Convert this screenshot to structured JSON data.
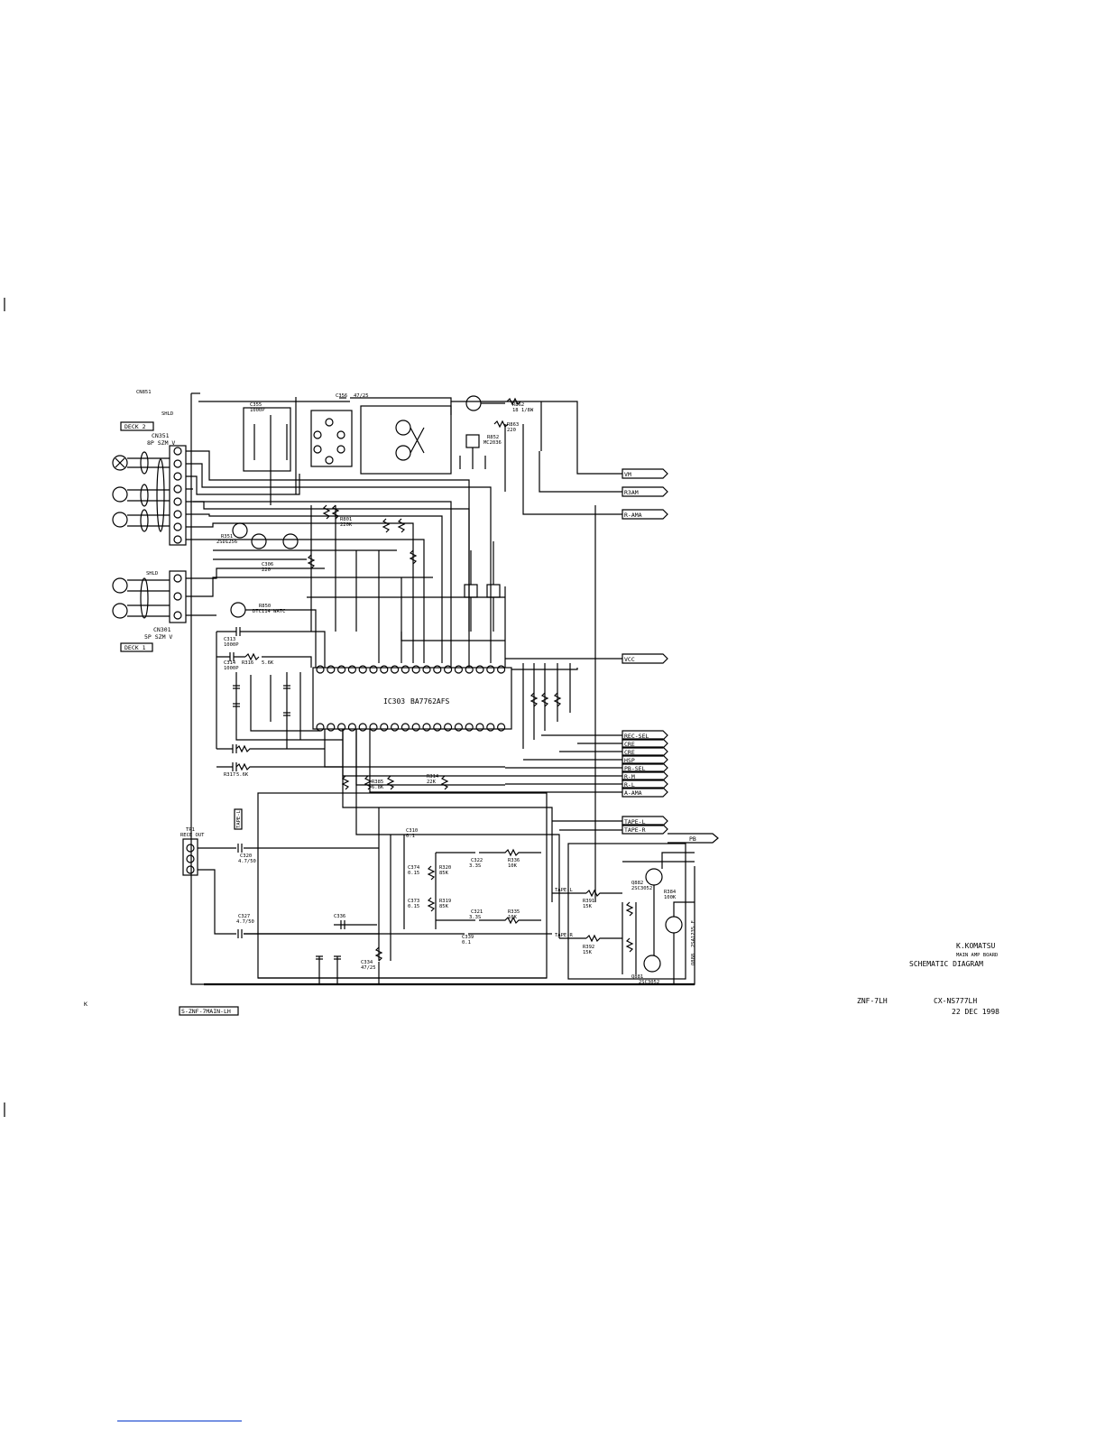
{
  "sections": {
    "deck2": "DECK 2",
    "deck1": "DECK 1"
  },
  "connectors": {
    "cn351": "CN351",
    "cn351_spec": "8P SZM V",
    "cn301": "CN301",
    "cn301_spec": "5P SZM V",
    "tp1": "TP1",
    "tp1_label": "RECE OUT"
  },
  "ic": {
    "ref": "IC303",
    "part": "BA7762AFS"
  },
  "ports": [
    "VM",
    "R3AM",
    "R-AMA",
    "VCC",
    "REC-SEL",
    "CRE",
    "CRE",
    "HSP",
    "PB-SEL",
    "R-M",
    "R-L",
    "A-AMA",
    "TAPE-L",
    "TAPE-R"
  ],
  "arrow_label": "PB",
  "components": [
    {
      "ref": "C355",
      "value": "1000P"
    },
    {
      "ref": "C356",
      "value": "47/25"
    },
    {
      "ref": "R862",
      "value": "18 1/8W"
    },
    {
      "ref": "R863",
      "value": "220"
    },
    {
      "ref": "R852",
      "value": "MC2036"
    },
    {
      "ref": "R801",
      "value": "220K"
    },
    {
      "ref": "C306",
      "value": "220"
    },
    {
      "ref": "R351",
      "value": "2SD1256"
    },
    {
      "ref": "R850",
      "value": "DTC114 WATC"
    },
    {
      "ref": "C313",
      "value": "1000P"
    },
    {
      "ref": "R316",
      "value": "5.6K"
    },
    {
      "ref": "C314",
      "value": "1000P"
    },
    {
      "ref": "R317",
      "value": "5.6K"
    },
    {
      "ref": "C320",
      "value": "4.7/50"
    },
    {
      "ref": "C327",
      "value": "4.7/50"
    },
    {
      "ref": "C310",
      "value": "0.1"
    },
    {
      "ref": "C374",
      "value": "0.15"
    },
    {
      "ref": "C373",
      "value": "0.15"
    },
    {
      "ref": "R320",
      "value": "85K"
    },
    {
      "ref": "R319",
      "value": "85K"
    },
    {
      "ref": "C322",
      "value": "3.3S"
    },
    {
      "ref": "C321",
      "value": "3.3S"
    },
    {
      "ref": "R336",
      "value": "10K"
    },
    {
      "ref": "R335",
      "value": "10K"
    },
    {
      "ref": "C339",
      "value": "0.1"
    },
    {
      "ref": "C336",
      "value": ""
    },
    {
      "ref": "C334",
      "value": "47/25"
    },
    {
      "ref": "R385",
      "value": "6.8K"
    },
    {
      "ref": "R314",
      "value": "22K"
    },
    {
      "ref": "Q882",
      "value": "2SC3052"
    },
    {
      "ref": "Q881",
      "value": "2SC3052"
    },
    {
      "ref": "Q888",
      "value": "2SA1235 F"
    },
    {
      "ref": "R384",
      "value": "100K"
    },
    {
      "ref": "R391",
      "value": "15K"
    },
    {
      "ref": "R392",
      "value": "15K"
    }
  ],
  "tape_labels": {
    "tape_l": "TAPE-L",
    "tape_r": "TAPE-R"
  },
  "title_block": {
    "designer": "K.KOMATSU",
    "subtitle": "MAIN AMP BOARD",
    "doc_type": "SCHEMATIC DIAGRAM",
    "board": "ZNF-7LH",
    "model": "CX-NS777LH",
    "date": "22 DEC 1998"
  },
  "bottom_label": "S-ZNF-7MAIN-LH",
  "corner_mark": "K"
}
